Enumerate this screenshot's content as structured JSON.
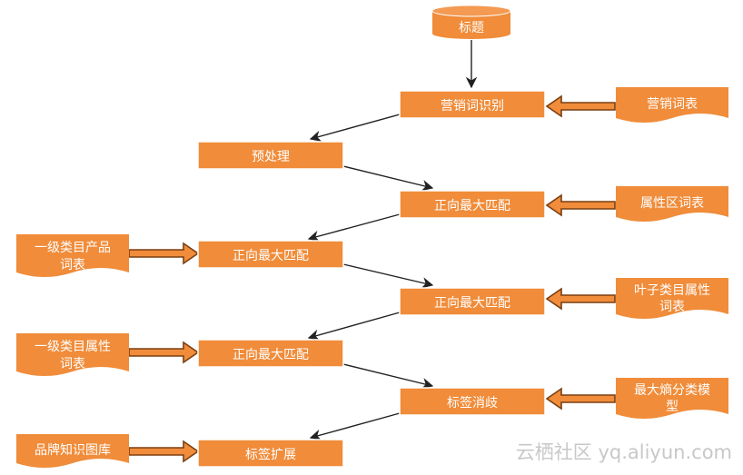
{
  "nodes": {
    "title": "标题",
    "marketing_recog": "营销词识别",
    "preprocess": "预处理",
    "fmm1": "正向最大匹配",
    "fmm2": "正向最大匹配",
    "fmm3": "正向最大匹配",
    "fmm4": "正向最大匹配",
    "label_disambig": "标签消歧",
    "label_extend": "标签扩展"
  },
  "sources": {
    "marketing_dict": "营销词表",
    "attr_region_dict": "属性区词表",
    "lvl1_product_dict": [
      "一级类目产品",
      "词表"
    ],
    "leaf_attr_dict": [
      "叶子类目属性",
      "词表"
    ],
    "lvl1_attr_dict": [
      "一级类目属性",
      "词表"
    ],
    "max_entropy_model": [
      "最大熵分类模",
      "型"
    ],
    "brand_kb": "品牌知识图库"
  },
  "watermark": "云栖社区 yq.aliyun.com",
  "colors": {
    "node_fill": "#f08c3a",
    "text": "#ffffff",
    "edge": "#222222",
    "arrow_outline": "#7a3f12"
  }
}
